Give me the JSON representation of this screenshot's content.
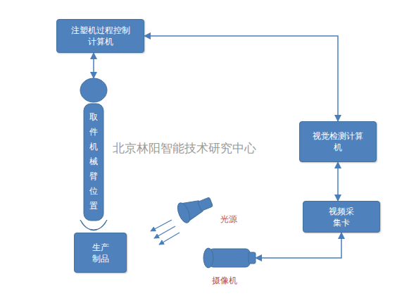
{
  "diagram": {
    "nodes": [
      {
        "text": [
          "注塑机过程控制 计算机"
        ]
      },
      {
        "text": [
          "取件机械臂位置"
        ]
      },
      {
        "text": [
          "视觉检测计算 机"
        ]
      },
      {
        "text": [
          "视频采 集卡"
        ]
      },
      {
        "text": [
          "光源"
        ]
      },
      {
        "text": [
          "生产 制品"
        ]
      },
      {
        "text": [
          "摄像机"
        ]
      }
    ],
    "edges": [
      {
        "from": 0,
        "to": 1,
        "arrow": "both"
      },
      {
        "from": 2,
        "to": 0,
        "arrow": "both"
      },
      {
        "from": 2,
        "to": 3,
        "arrow": "both"
      },
      {
        "from": 3,
        "to": 6,
        "arrow": "both"
      }
    ],
    "labels": [
      "北京林阳智能技术研究中心"
    ]
  }
}
